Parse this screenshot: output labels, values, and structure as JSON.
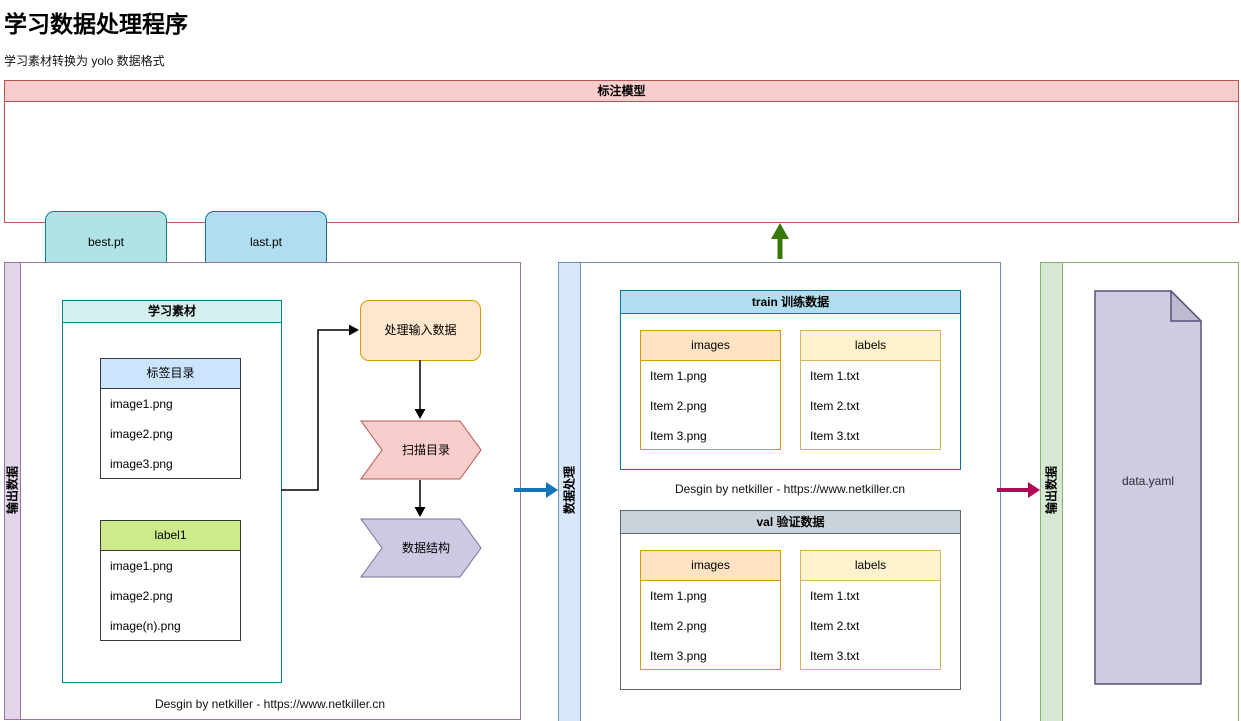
{
  "page": {
    "title": "学习数据处理程序",
    "subtitle": "学习素材转换为 yolo 数据格式"
  },
  "banner": {
    "title": "标注模型",
    "best_model": "best.pt",
    "last_model": "last.pt"
  },
  "left_column": {
    "strip_label": "输出数据",
    "material": {
      "title": "学习素材",
      "label_dir": {
        "title": "标签目录",
        "items": [
          "image1.png",
          "image2.png",
          "image3.png"
        ]
      },
      "label1": {
        "title": "label1",
        "items": [
          "image1.png",
          "image2.png",
          "image(n).png"
        ]
      }
    },
    "process_input_label": "处理输入数据",
    "scan_dir_label": "扫描目录",
    "data_struct_label": "数据结构",
    "credit": "Desgin by netkiller - https://www.netkiller.cn"
  },
  "middle_column": {
    "strip_label": "数据处理",
    "train": {
      "title": "train 训练数据",
      "images": {
        "title": "images",
        "items": [
          "Item 1.png",
          "Item 2.png",
          "Item 3.png"
        ]
      },
      "labels": {
        "title": "labels",
        "items": [
          "Item 1.txt",
          "Item 2.txt",
          "Item 3.txt"
        ]
      }
    },
    "credit": "Desgin by netkiller - https://www.netkiller.cn",
    "val": {
      "title": "val 验证数据",
      "images": {
        "title": "images",
        "items": [
          "Item 1.png",
          "Item 2.png",
          "Item 3.png"
        ]
      },
      "labels": {
        "title": "labels",
        "items": [
          "Item 1.txt",
          "Item 2.txt",
          "Item 3.txt"
        ]
      }
    }
  },
  "right_column": {
    "strip_label": "输出数据",
    "document_label": "data.yaml"
  },
  "colors": {
    "banner_fill": "#f8cecc",
    "banner_border": "#b85450",
    "best_fill": "#b0e3e6",
    "best_border": "#0e8088",
    "last_fill": "#b1ddf0",
    "last_border": "#10739e",
    "left_strip_fill": "#e1d5e7",
    "left_strip_border": "#9673a6",
    "mid_strip_fill": "#dae8fc",
    "mid_strip_border": "#6c8ebf",
    "right_strip_fill": "#d5e8d4",
    "right_strip_border": "#82b366",
    "teal_header_fill": "#d4f0ee",
    "teal_border": "#0e8088",
    "labeldir_header_fill": "#cce5ff",
    "label1_header_fill": "#cdeb8b",
    "train_header_fill": "#b1ddf0",
    "val_header_fill": "#cbd3da",
    "images_header_fill": "#ffe3c2",
    "labels_header_fill": "#fff2cc",
    "process_fill": "#ffe6cc",
    "process_border": "#d79b00",
    "scan_fill": "#f8cecc",
    "scan_border": "#b85450",
    "struct_fill": "#ccc9e2",
    "struct_border": "#75719c",
    "note_fill": "#cdcce0",
    "note_border": "#56517e",
    "arrow_blue": "#1474b8",
    "arrow_green": "#38790b",
    "arrow_crimson": "#b10757",
    "arrow_black": "#000000"
  }
}
